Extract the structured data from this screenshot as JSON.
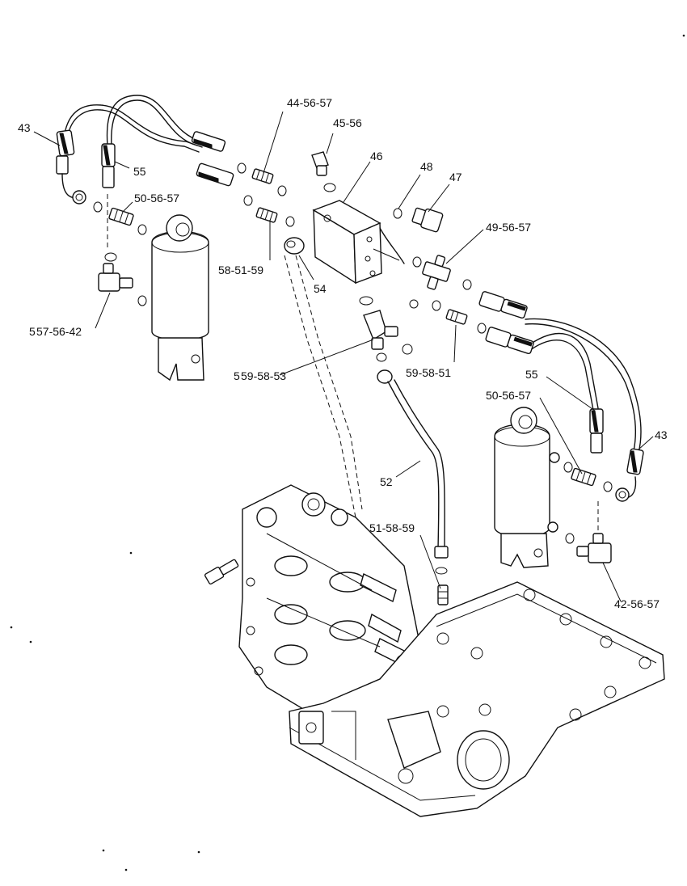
{
  "callouts": {
    "c43_left": "43",
    "c55_left": "55",
    "c44_56_57": "44-56-57",
    "c45_56": "45-56",
    "c46": "46",
    "c48": "48",
    "c47": "47",
    "c50_56_57_left": "50-56-57",
    "c49_56_57": "49-56-57",
    "c58_51_59": "58-51-59",
    "c54": "54",
    "c57_56_42": "57-56-42",
    "c57_56_42_prefix": "5",
    "c59_58_53": "59-58-53",
    "c59_58_53_prefix": "5",
    "c59_58_51": "59-58-51",
    "c55_right": "55",
    "c50_56_57_right": "50-56-57",
    "c43_right": "43",
    "c52": "52",
    "c51_58_59": "51-58-59",
    "c42_56_57": "42-56-57"
  }
}
